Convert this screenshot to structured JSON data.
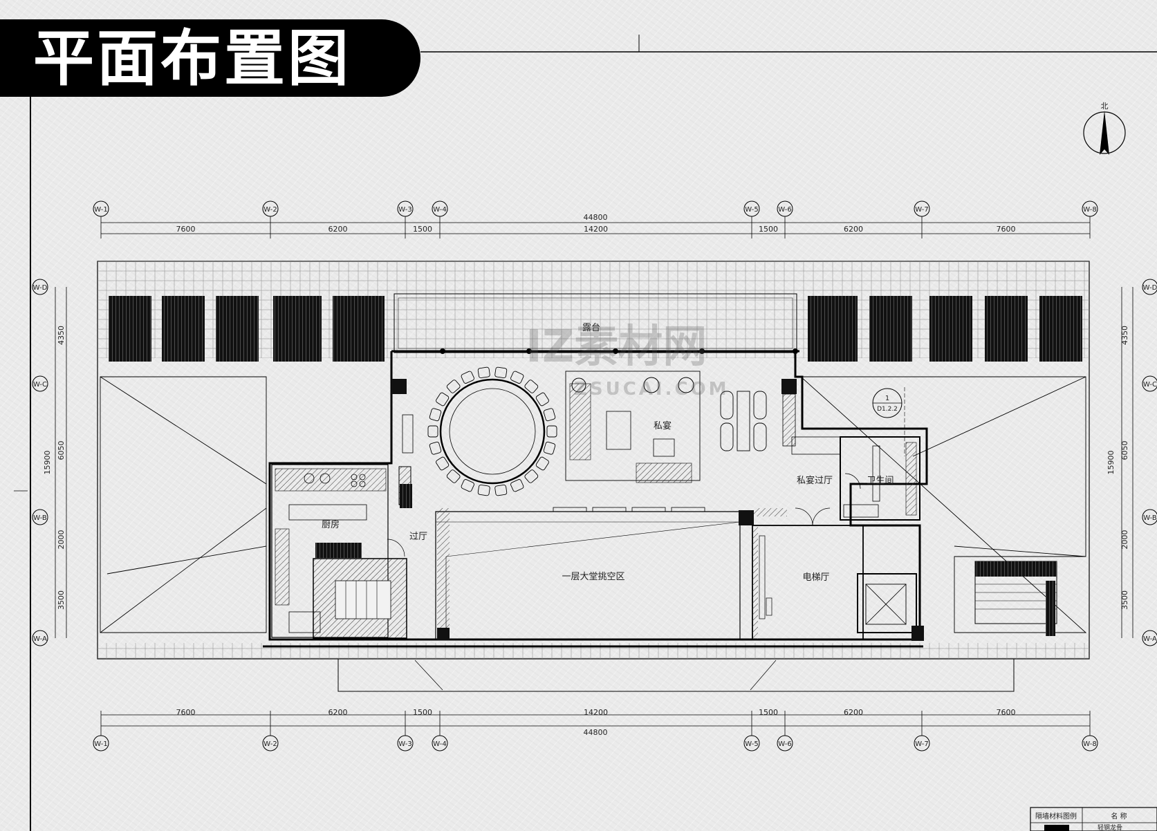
{
  "title": "平面布置图",
  "axes_top": [
    "W-1",
    "W-2",
    "W-3",
    "W-4",
    "W-5",
    "W-6",
    "W-7",
    "W-8"
  ],
  "axes_side": [
    "W-D",
    "W-C",
    "W-B",
    "W-A"
  ],
  "dims_top": [
    "7600",
    "6200",
    "1500",
    "14200",
    "1500",
    "6200",
    "7600"
  ],
  "dim_total": "44800",
  "dims_side_left": [
    "4350",
    "6050",
    "2000",
    "3500"
  ],
  "dim_side_total": "15900",
  "dims_side_right": [
    "4350",
    "6050",
    "2000",
    "3500"
  ],
  "side_total_right": "15900",
  "rooms": {
    "terrace": "露台",
    "private_banquet": "私宴",
    "banquet_corridor": "私宴过厅",
    "restroom": "卫生间",
    "kitchen": "厨房",
    "passage": "过厅",
    "atrium": "一层大堂挑空区",
    "elevator_hall": "电梯厅"
  },
  "section_mark": {
    "num": "1",
    "ref": "D1.2.2"
  },
  "north": "北",
  "legend_title": "隔墙材料图例",
  "legend_col": "名 称",
  "legend_item": "轻钢龙骨",
  "watermark": {
    "brand": "IZ素材网",
    "url": "ZSUCAI.COM"
  }
}
